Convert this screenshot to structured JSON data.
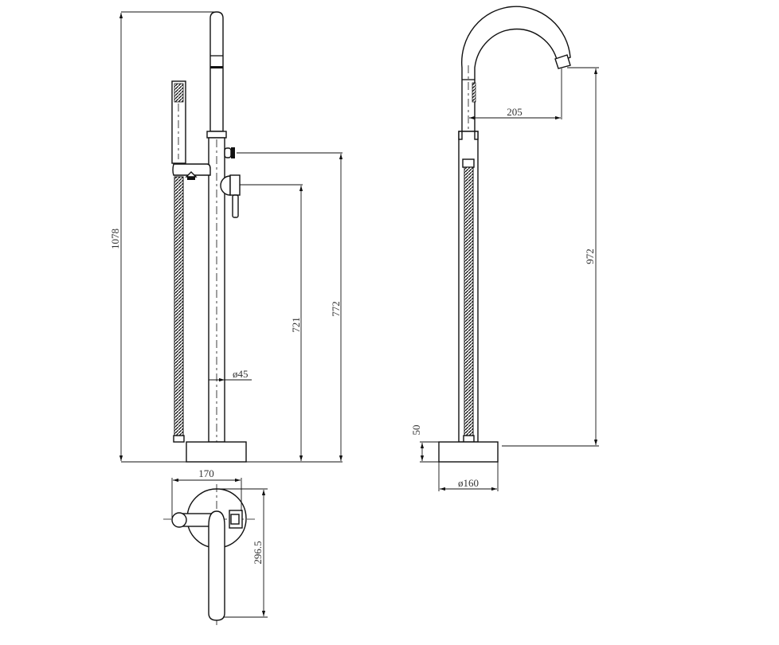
{
  "drawing": {
    "title": "Freestanding bath mixer with hand shower",
    "views": [
      "side-view",
      "top-view",
      "front-view"
    ],
    "dimensions": {
      "total_height": "1078",
      "diverter_height": "772",
      "lever_height": "721",
      "column_diameter": "ø45",
      "top_width": "170",
      "top_depth": "296.5",
      "spout_reach": "205",
      "spout_height": "972",
      "base_height": "50",
      "base_diameter": "ø160"
    },
    "colors": {
      "line": "#111111",
      "background": "#ffffff"
    }
  }
}
